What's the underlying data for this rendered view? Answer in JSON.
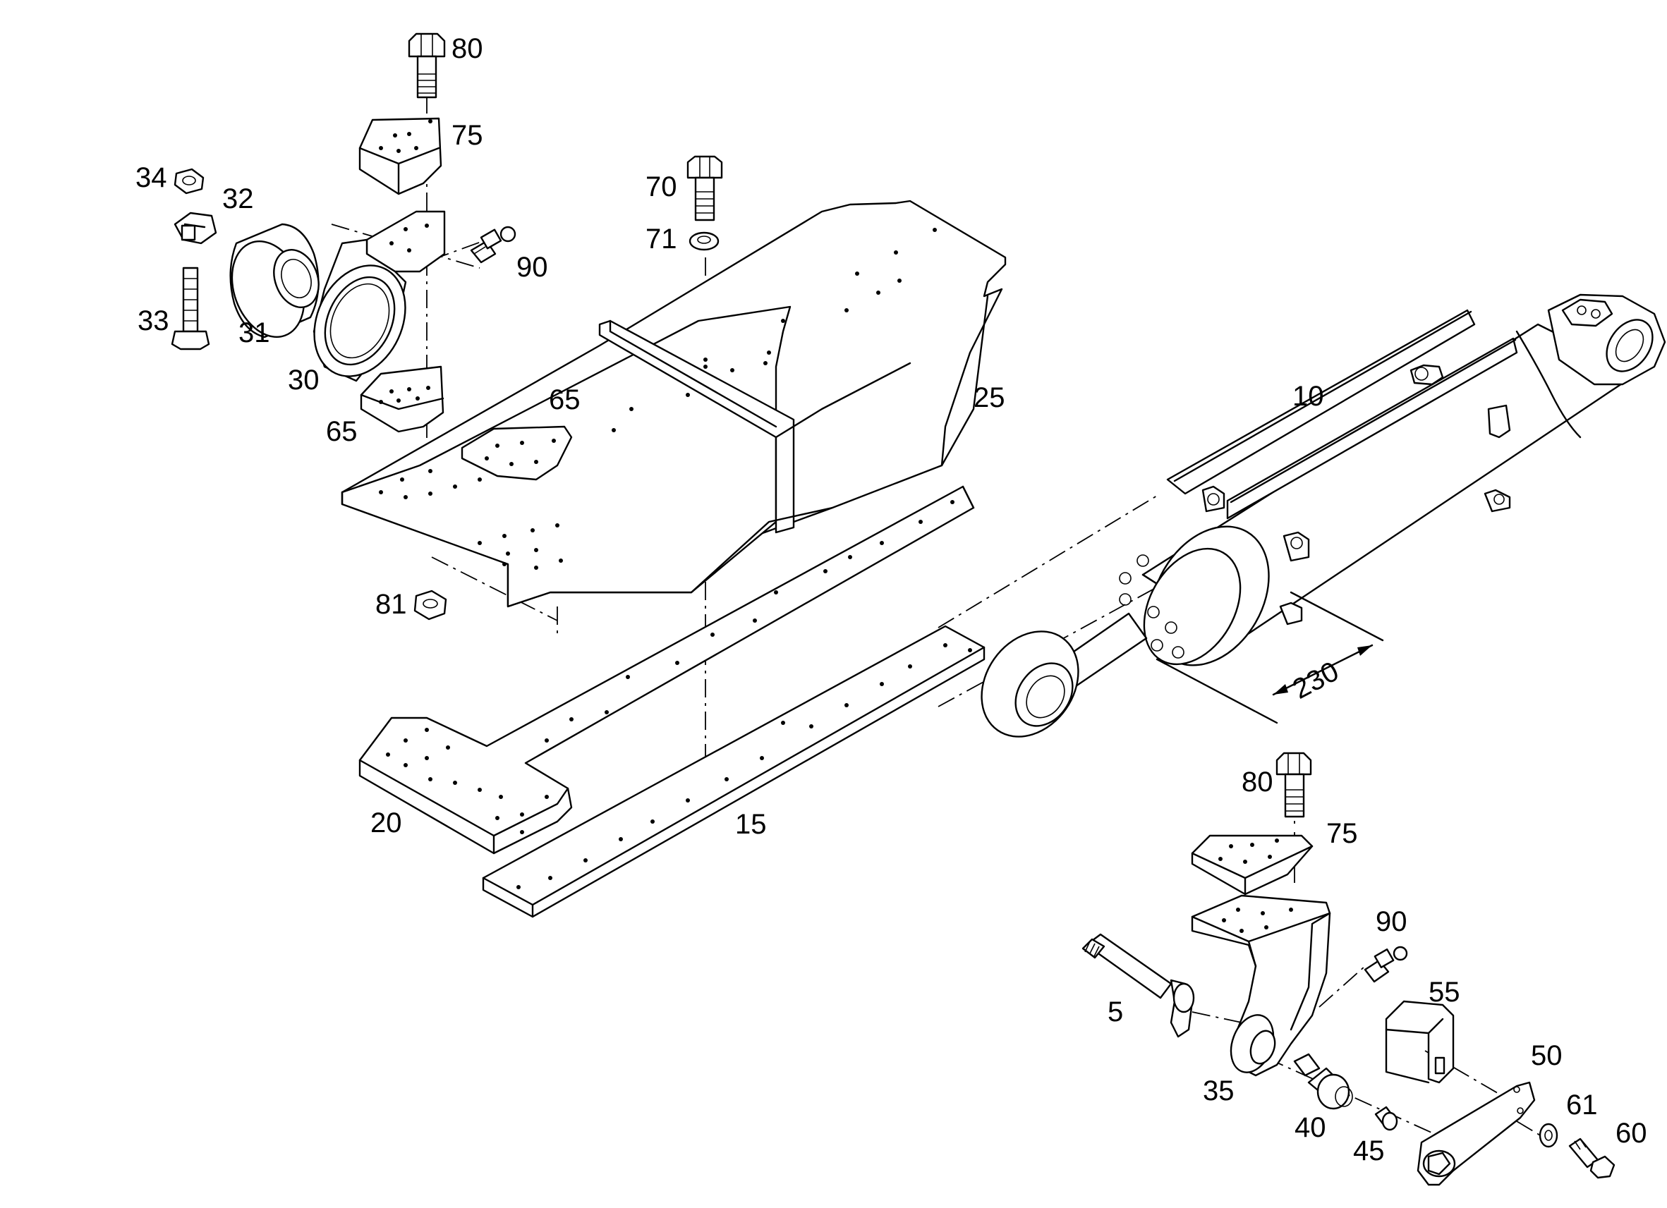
{
  "diagram": {
    "labels": [
      {
        "id": "label-80-top",
        "text": "80"
      },
      {
        "id": "label-75-top",
        "text": "75"
      },
      {
        "id": "label-34",
        "text": "34"
      },
      {
        "id": "label-32",
        "text": "32"
      },
      {
        "id": "label-90-top",
        "text": "90"
      },
      {
        "id": "label-33",
        "text": "33"
      },
      {
        "id": "label-31",
        "text": "31"
      },
      {
        "id": "label-30",
        "text": "30"
      },
      {
        "id": "label-65-left",
        "text": "65"
      },
      {
        "id": "label-65-mid",
        "text": "65"
      },
      {
        "id": "label-70",
        "text": "70"
      },
      {
        "id": "label-71",
        "text": "71"
      },
      {
        "id": "label-25",
        "text": "25"
      },
      {
        "id": "label-10",
        "text": "10"
      },
      {
        "id": "label-81",
        "text": "81"
      },
      {
        "id": "label-20",
        "text": "20"
      },
      {
        "id": "label-15",
        "text": "15"
      },
      {
        "id": "label-230",
        "text": "230"
      },
      {
        "id": "label-80-bottom",
        "text": "80"
      },
      {
        "id": "label-75-bottom",
        "text": "75"
      },
      {
        "id": "label-90-bottom",
        "text": "90"
      },
      {
        "id": "label-55",
        "text": "55"
      },
      {
        "id": "label-5",
        "text": "5"
      },
      {
        "id": "label-50",
        "text": "50"
      },
      {
        "id": "label-35",
        "text": "35"
      },
      {
        "id": "label-40",
        "text": "40"
      },
      {
        "id": "label-45",
        "text": "45"
      },
      {
        "id": "label-61",
        "text": "61"
      },
      {
        "id": "label-60",
        "text": "60"
      }
    ]
  }
}
